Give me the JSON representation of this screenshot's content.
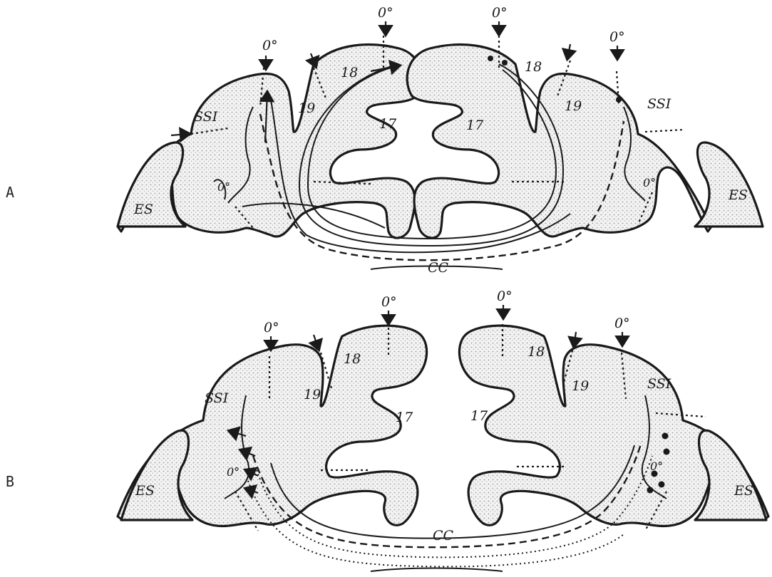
{
  "panels": [
    {
      "letter": "A",
      "zero_marks": [
        "0°",
        "0°",
        "0°",
        "0°"
      ],
      "left": {
        "area_18": "18",
        "area_19": "19",
        "area_17": "17",
        "ssi": "SSI",
        "es": "ES",
        "small_zero": "0°"
      },
      "right": {
        "area_18": "18",
        "area_19": "19",
        "area_17": "17",
        "ssi": "SSI",
        "es": "ES",
        "small_zero": "0°"
      },
      "commissure": "CC"
    },
    {
      "letter": "B",
      "zero_marks": [
        "0°",
        "0°",
        "0°",
        "0°"
      ],
      "left": {
        "area_18": "18",
        "area_19": "19",
        "area_17": "17",
        "ssi": "SSI",
        "es": "ES",
        "small_zero": "0°"
      },
      "right": {
        "area_18": "18",
        "area_19": "19",
        "area_17": "17",
        "ssi": "SSI",
        "es": "ES",
        "small_zero": "0°"
      },
      "commissure": "CC"
    }
  ],
  "colors": {
    "ink": "#1a1a1a",
    "stipple": "#d6d6d6"
  }
}
